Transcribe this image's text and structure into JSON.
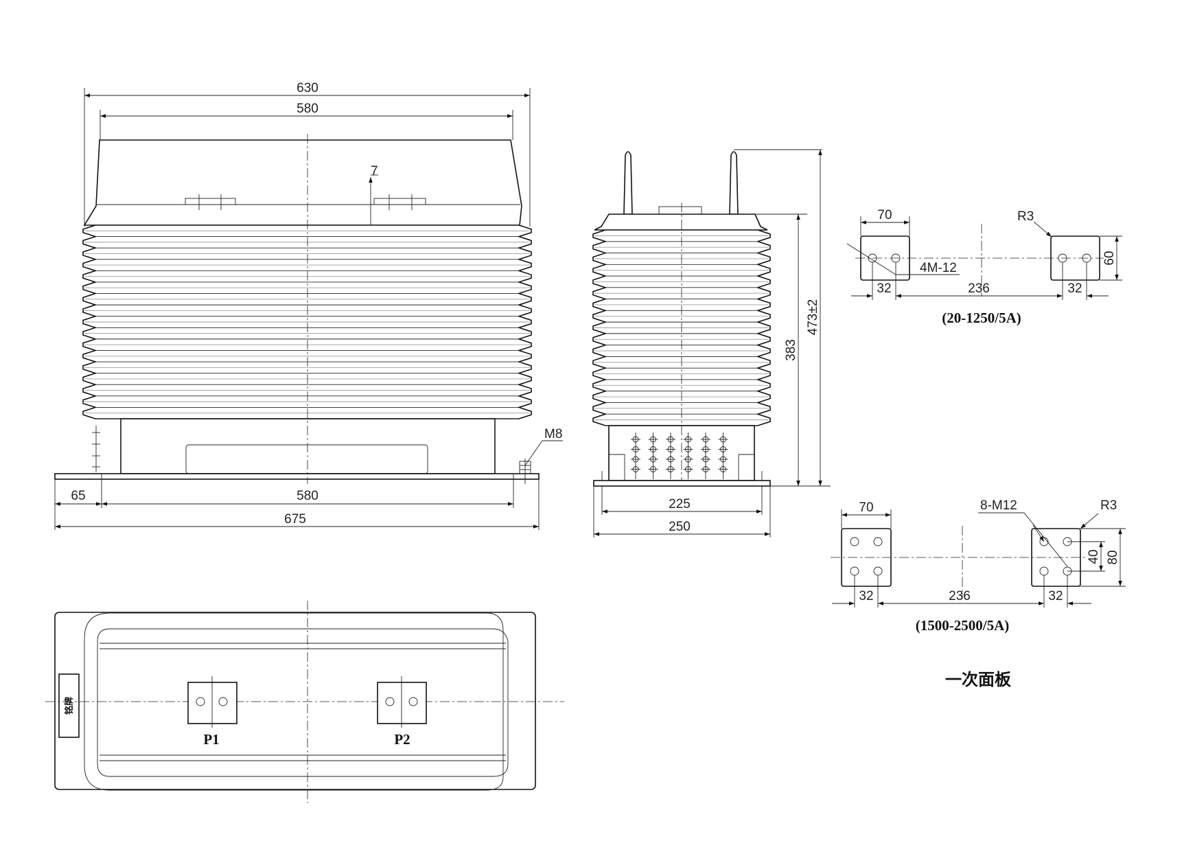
{
  "front_view": {
    "dim_total_width": "630",
    "dim_top_width": "580",
    "dim_gap": "7",
    "dim_base_offset": "65",
    "dim_base_holes": "580",
    "dim_base_width": "675",
    "bolt_label": "M8"
  },
  "side_view": {
    "dim_body_height": "383",
    "dim_total_height": "473±2",
    "dim_base_inner": "225",
    "dim_base_outer": "250"
  },
  "top_view": {
    "terminal_p1": "P1",
    "terminal_p2": "P2",
    "nameplate_text": "铭牌"
  },
  "primary_panel_small": {
    "dim_width": "70",
    "corner_radius": "R3",
    "hole_spec": "4M-12",
    "dim_hole_spacing_left": "32",
    "dim_center_distance": "236",
    "dim_hole_spacing_right": "32",
    "dim_height": "60",
    "rating": "(20-1250/5A)"
  },
  "primary_panel_large": {
    "dim_width": "70",
    "hole_spec": "8-M12",
    "corner_radius": "R3",
    "dim_hole_spacing_vertical": "40",
    "dim_height": "80",
    "dim_hole_spacing_left": "32",
    "dim_center_distance": "236",
    "dim_hole_spacing_right": "32",
    "rating": "(1500-2500/5A)"
  },
  "panel_caption": "一次面板"
}
